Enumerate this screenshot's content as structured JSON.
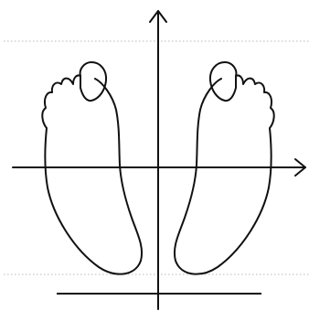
{
  "diagram": {
    "subject": "footprints",
    "feet": [
      "left-foot",
      "right-foot"
    ],
    "axes": [
      "horizontal-axis",
      "vertical-axis"
    ],
    "guides": [
      "top-dotted-guide",
      "bottom-dotted-guide"
    ],
    "colors": {
      "line": "#111111",
      "guide": "#b8b8b8",
      "background": "#ffffff"
    }
  }
}
